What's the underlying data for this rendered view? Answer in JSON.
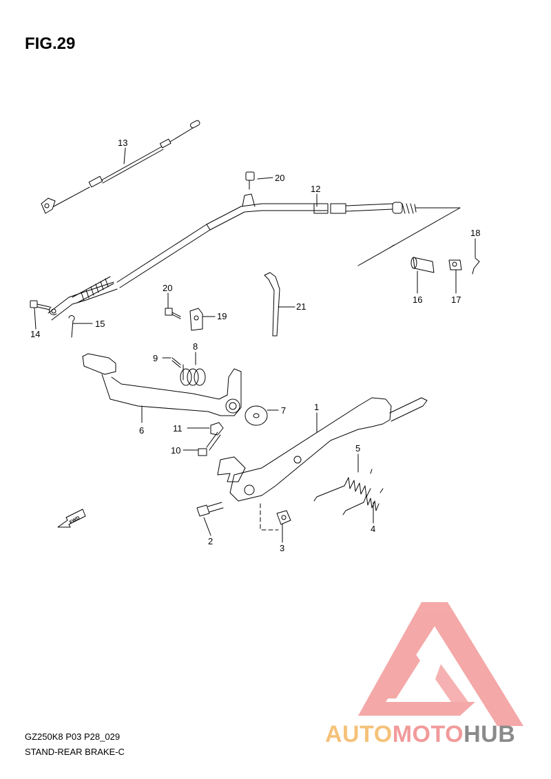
{
  "figure": {
    "title": "FIG.29"
  },
  "callouts": {
    "c1": "1",
    "c2": "2",
    "c3": "3",
    "c4": "4",
    "c5": "5",
    "c6": "6",
    "c7": "7",
    "c8": "8",
    "c9": "9",
    "c10": "10",
    "c11": "11",
    "c12": "12",
    "c13": "13",
    "c14": "14",
    "c15": "15",
    "c16": "16",
    "c17": "17",
    "c18": "18",
    "c19": "19",
    "c20a": "20",
    "c20b": "20",
    "c21": "21"
  },
  "fwd_label": "FWD",
  "footer": {
    "code": "GZ250K8 P03 P28_029",
    "name": "STAND-REAR BRAKE-C"
  },
  "brand": {
    "part1": "AUTO",
    "part2": "MOTO",
    "part3": "HUB",
    "colors": {
      "auto": "#f5c27a",
      "moto": "#f29a9a",
      "hub": "#8a8a8a",
      "logo": "#f39a9a"
    }
  }
}
